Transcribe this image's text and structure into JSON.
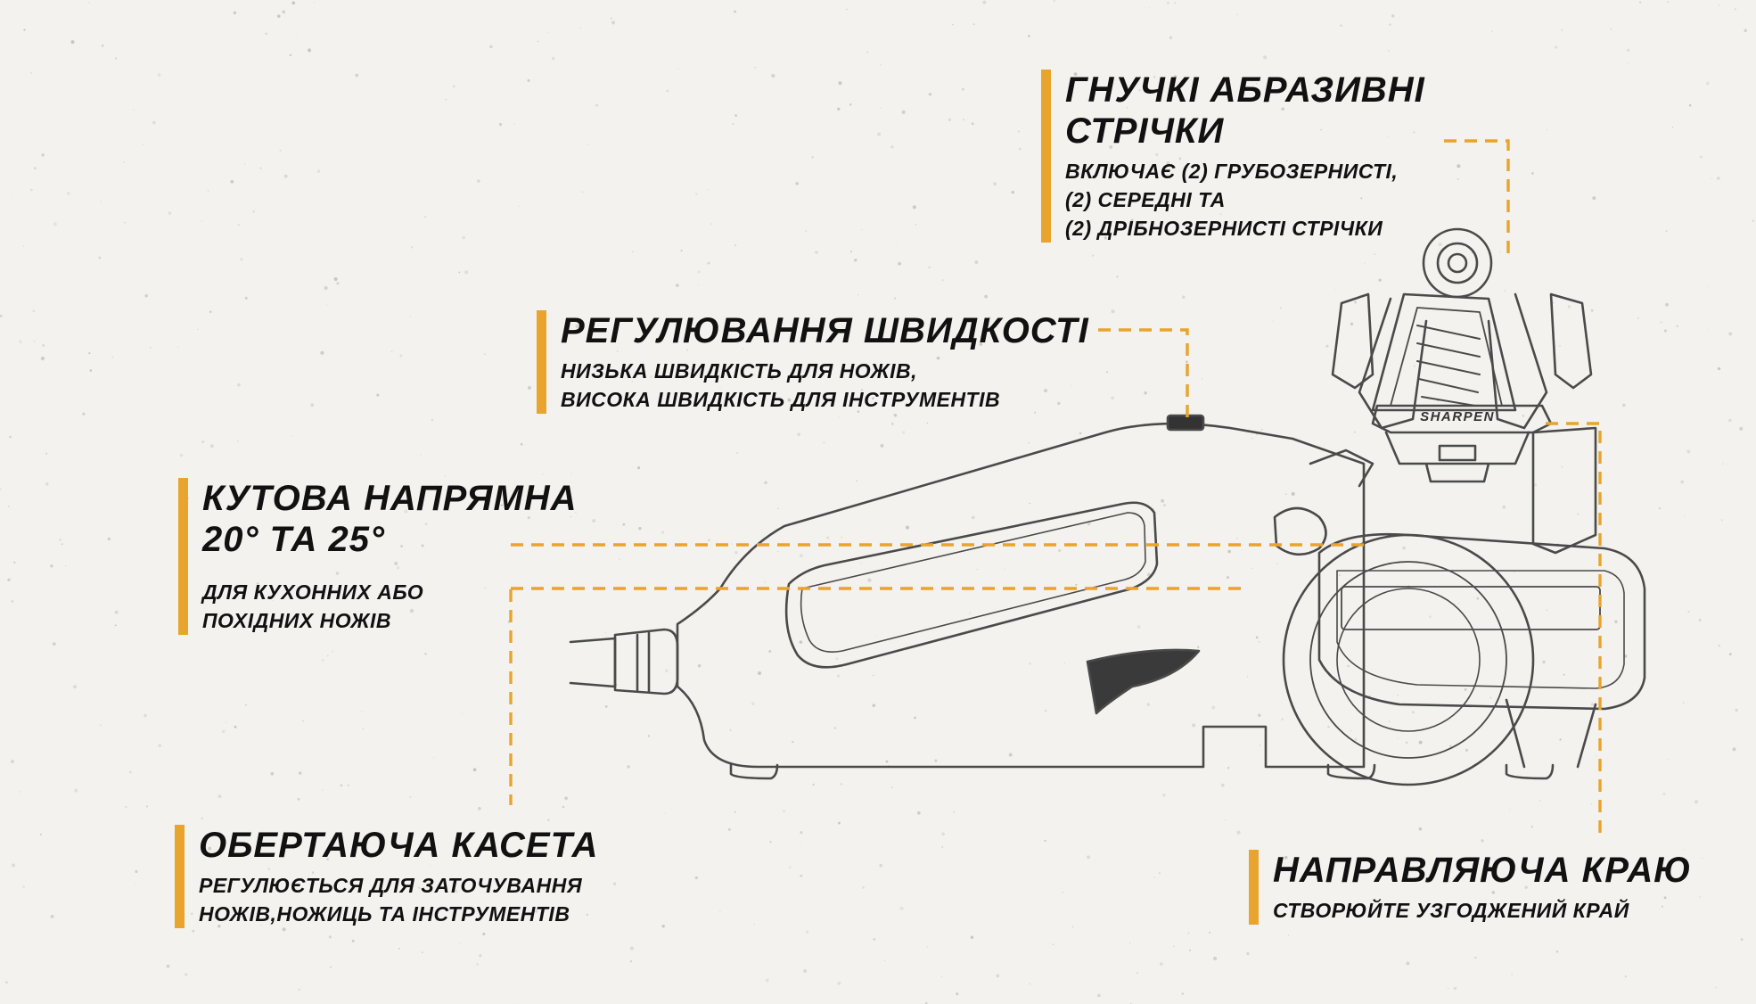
{
  "colors": {
    "accent": "#e8a42c",
    "line_art": "#4a4a4a",
    "background": "#f3f2ee",
    "text": "#111111"
  },
  "callouts": {
    "belts": {
      "title_lines": [
        "ГНУЧКІ АБРАЗИВНІ",
        "СТРІЧКИ"
      ],
      "desc_lines": [
        "ВКЛЮЧАЄ (2) ГРУБОЗЕРНИСТІ,",
        "(2) СЕРЕДНІ ТА",
        "(2) ДРІБНОЗЕРНИСТІ СТРІЧКИ"
      ]
    },
    "speed": {
      "title_lines": [
        "РЕГУЛЮВАННЯ ШВИДКОСТІ"
      ],
      "desc_lines": [
        "НИЗЬКА ШВИДКІСТЬ ДЛЯ НОЖІВ,",
        "ВИСОКА ШВИДКІСТЬ ДЛЯ ІНСТРУМЕНТІВ"
      ]
    },
    "angle": {
      "title_lines": [
        "КУТОВА НАПРЯМНА",
        "20° ТА 25°"
      ],
      "desc_lines": [
        "ДЛЯ КУХОННИХ АБО",
        "ПОХІДНИХ НОЖІВ"
      ]
    },
    "cassette": {
      "title_lines": [
        "ОБЕРТАЮЧА КАСЕТА"
      ],
      "desc_lines": [
        "РЕГУЛЮЄТЬСЯ ДЛЯ ЗАТОЧУВАННЯ",
        "НОЖІВ,НОЖИЦЬ ТА ІНСТРУМЕНТІВ"
      ]
    },
    "edge": {
      "title_lines": [
        "НАПРАВЛЯЮЧА КРАЮ"
      ],
      "desc_lines": [
        "СТВОРЮЙТЕ УЗГОДЖЕНИЙ КРАЙ"
      ]
    }
  },
  "device": {
    "label": "SHARPEN"
  }
}
